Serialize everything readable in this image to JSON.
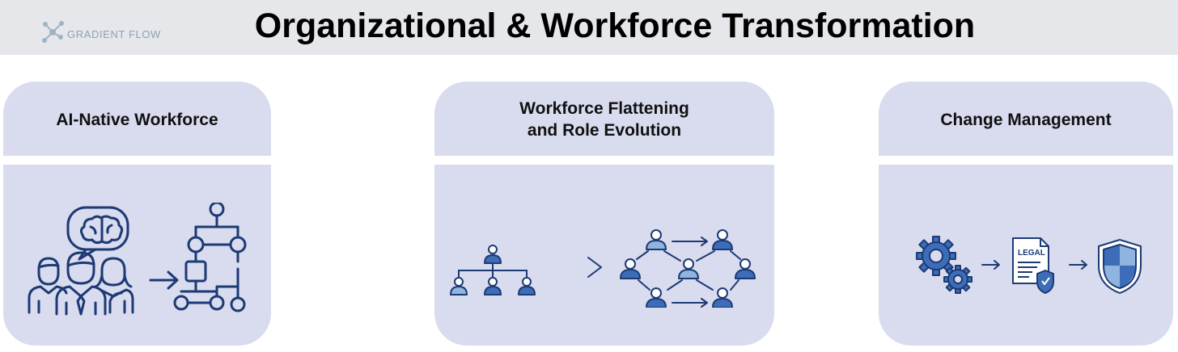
{
  "header": {
    "title": "Organizational & Workforce Transformation",
    "logo_text": "GRADIENT FLOW"
  },
  "panels": [
    {
      "title_lines": [
        "AI-Native Workforce"
      ],
      "icons": [
        "team-icon",
        "brain-thought-bubble-icon",
        "arrow-right-icon",
        "network-flow-icon"
      ]
    },
    {
      "title_lines": [
        "Workforce Flattening",
        "and Role Evolution"
      ],
      "icons": [
        "org-hierarchy-icon",
        "chevron-right-icon",
        "flat-network-icon"
      ]
    },
    {
      "title_lines": [
        "Change Management"
      ],
      "icons": [
        "gears-icon",
        "arrow-right-icon",
        "legal-document-icon",
        "arrow-right-icon",
        "shield-icon"
      ],
      "document_label": "LEGAL"
    }
  ],
  "colors": {
    "header_bg": "#e6e7eb",
    "panel_bg": "#d9dbee",
    "icon_dark": "#1c3a74",
    "icon_mid": "#3d6db8",
    "icon_light": "#8fb4e0"
  }
}
